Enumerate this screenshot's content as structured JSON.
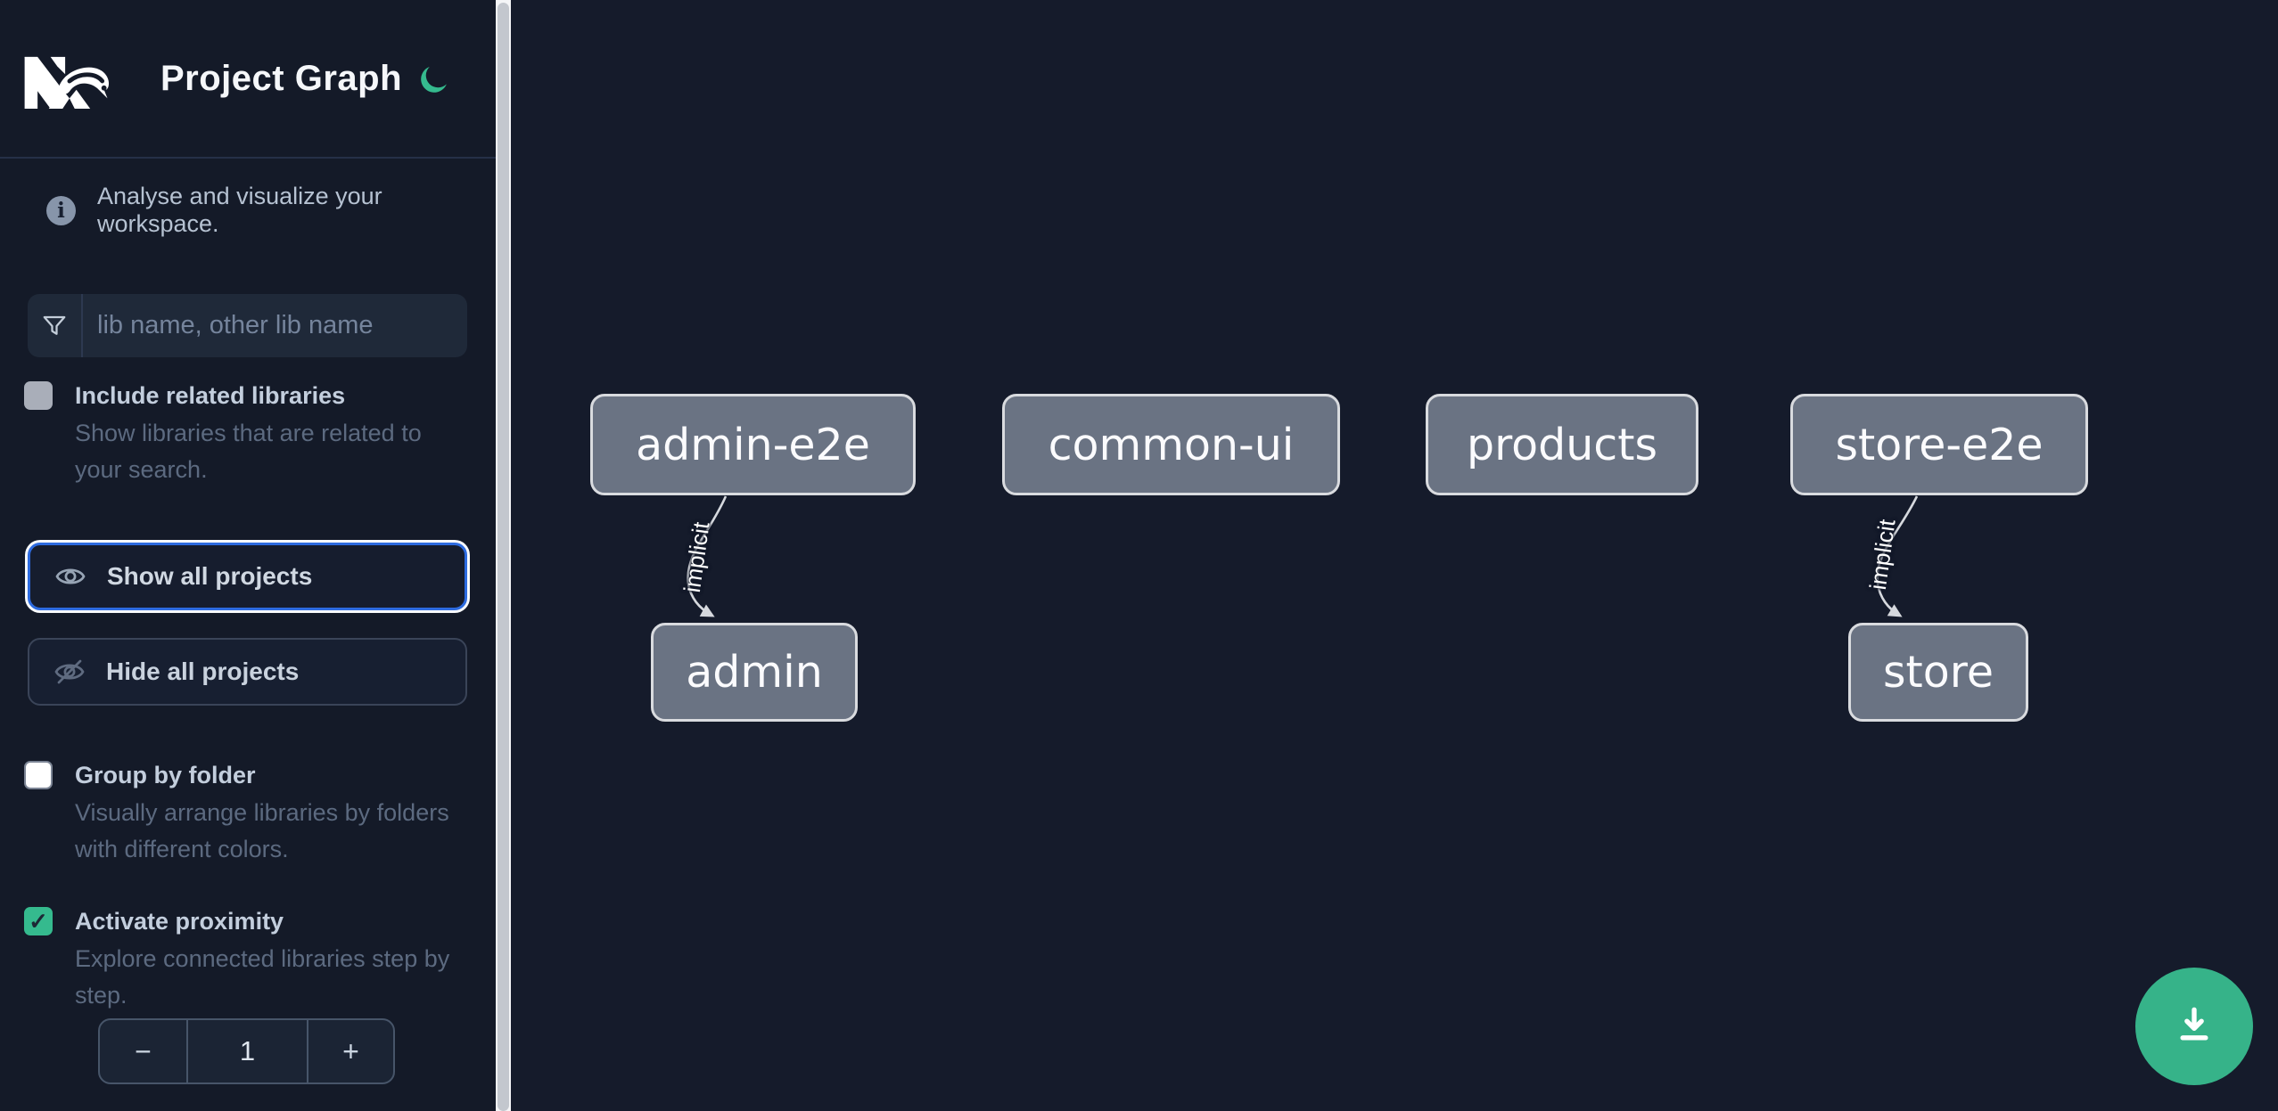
{
  "app": {
    "title": "Project Graph",
    "tagline": "Analyse and visualize your workspace."
  },
  "sidebar": {
    "search": {
      "placeholder": "lib name, other lib name",
      "value": ""
    },
    "options": [
      {
        "label": "Include related libraries",
        "description": "Show libraries that are related to your search.",
        "checked": false,
        "enabled": false
      },
      {
        "label": "Group by folder",
        "description": "Visually arrange libraries by folders with different colors.",
        "checked": false,
        "enabled": true
      },
      {
        "label": "Activate proximity",
        "description": "Explore connected libraries step by step.",
        "checked": true,
        "enabled": true
      }
    ],
    "buttons": [
      {
        "label": "Show all projects",
        "focused": true
      },
      {
        "label": "Hide all projects",
        "focused": false
      }
    ],
    "proximity_stepper": {
      "decrement": "−",
      "value": "1",
      "increment": "+"
    }
  },
  "graph": {
    "nodes": [
      {
        "label": "admin-e2e"
      },
      {
        "label": "common-ui"
      },
      {
        "label": "products"
      },
      {
        "label": "store-e2e"
      },
      {
        "label": "admin"
      },
      {
        "label": "store"
      }
    ],
    "edges": [
      {
        "from": "admin-e2e",
        "to": "admin",
        "label": "implicit"
      },
      {
        "from": "store-e2e",
        "to": "store",
        "label": "implicit"
      }
    ]
  },
  "icons": {
    "check": "✓"
  },
  "colors": {
    "teal_accent": "#35ba8e",
    "focus_blue": "#2d6be0",
    "node_fill": "#6a7383",
    "node_border": "#d9dbdf",
    "sidebar_bg": "#141a28",
    "canvas_bg": "#151b2b"
  }
}
